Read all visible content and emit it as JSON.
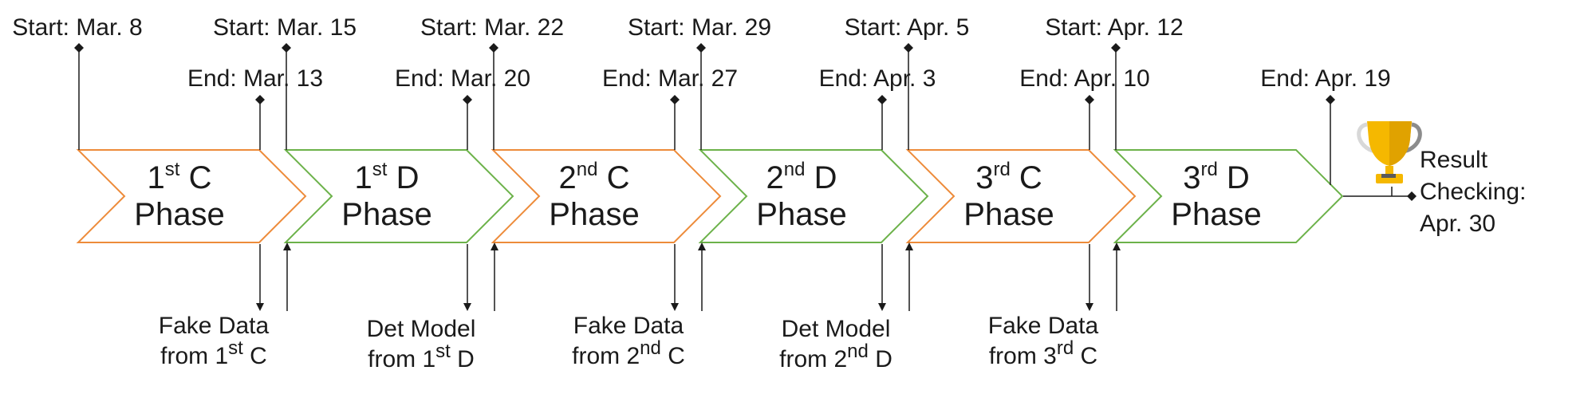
{
  "colors": {
    "c_phase": "#ed8b3a",
    "d_phase": "#6cb24a",
    "line": "#1a1a1a",
    "trophy_gold": "#f5b800",
    "trophy_gray": "#8c8c8c"
  },
  "phases": [
    {
      "num": "1",
      "ord": "st",
      "letter": "C",
      "word": "Phase",
      "kind": "c",
      "start": "Start: Mar. 8",
      "end": "End: Mar. 13"
    },
    {
      "num": "1",
      "ord": "st",
      "letter": "D",
      "word": "Phase",
      "kind": "d",
      "start": "Start: Mar. 15",
      "end": "End: Mar. 20"
    },
    {
      "num": "2",
      "ord": "nd",
      "letter": "C",
      "word": "Phase",
      "kind": "c",
      "start": "Start: Mar. 22",
      "end": "End: Mar. 27"
    },
    {
      "num": "2",
      "ord": "nd",
      "letter": "D",
      "word": "Phase",
      "kind": "d",
      "start": "Start: Mar. 29",
      "end": "End: Apr. 3"
    },
    {
      "num": "3",
      "ord": "rd",
      "letter": "C",
      "word": "Phase",
      "kind": "c",
      "start": "Start: Apr. 5",
      "end": "End: Apr. 10"
    },
    {
      "num": "3",
      "ord": "rd",
      "letter": "D",
      "word": "Phase",
      "kind": "d",
      "start": "Start: Apr. 12",
      "end": "End: Apr. 19"
    }
  ],
  "transfers": [
    {
      "line1": "Fake Data",
      "line2_pre": "from 1",
      "ord": "st",
      "line2_post": " C"
    },
    {
      "line1": "Det Model",
      "line2_pre": "from 1",
      "ord": "st",
      "line2_post": " D"
    },
    {
      "line1": "Fake Data",
      "line2_pre": "from 2",
      "ord": "nd",
      "line2_post": " C"
    },
    {
      "line1": "Det Model",
      "line2_pre": "from 2",
      "ord": "nd",
      "line2_post": " D"
    },
    {
      "line1": "Fake Data",
      "line2_pre": "from 3",
      "ord": "rd",
      "line2_post": " C"
    }
  ],
  "result": {
    "lines": [
      "Result",
      "Checking:",
      "Apr. 30"
    ],
    "icon": "trophy-icon"
  }
}
